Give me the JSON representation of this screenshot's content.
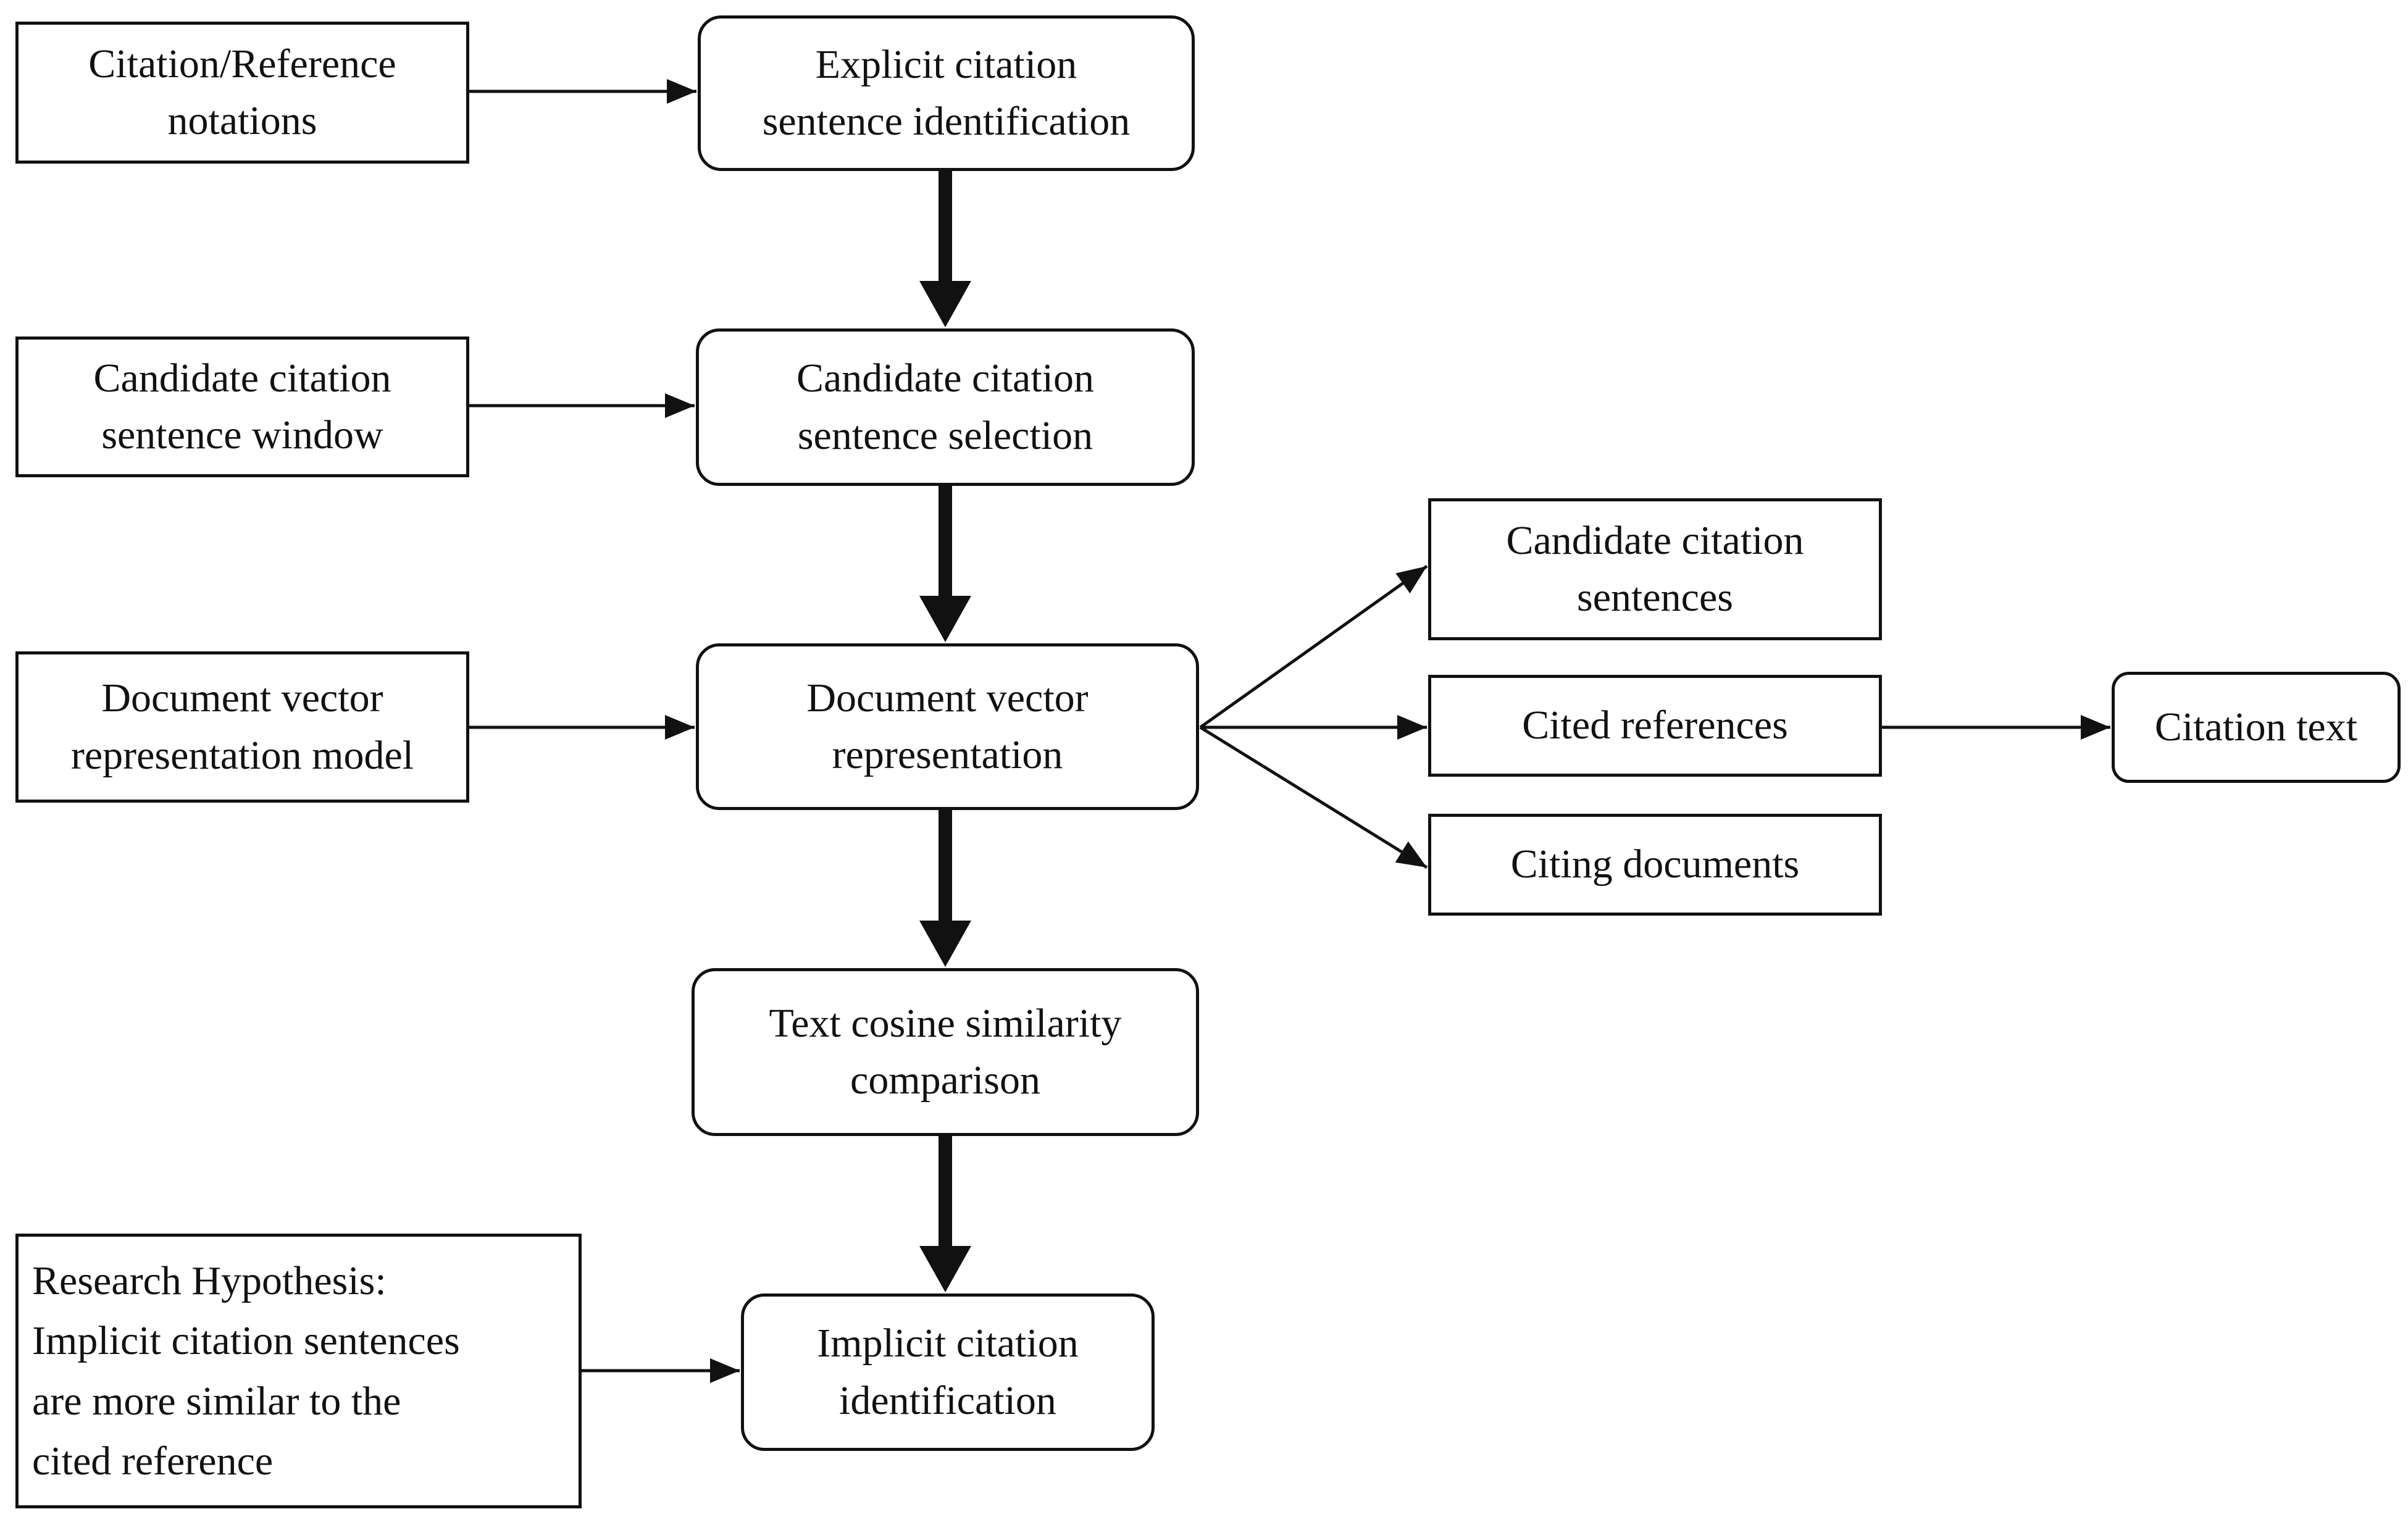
{
  "nodes": {
    "citation_notations": {
      "lines": [
        "Citation/Reference",
        "notations"
      ]
    },
    "explicit_identification": {
      "lines": [
        "Explicit citation",
        "sentence identification"
      ]
    },
    "candidate_window": {
      "lines": [
        "Candidate citation",
        "sentence window"
      ]
    },
    "candidate_selection": {
      "lines": [
        "Candidate citation",
        "sentence selection"
      ]
    },
    "vector_model": {
      "lines": [
        "Document vector",
        "representation model"
      ]
    },
    "vector_representation": {
      "lines": [
        "Document vector",
        "representation"
      ]
    },
    "candidate_sentences": {
      "lines": [
        "Candidate citation",
        "sentences"
      ]
    },
    "cited_references": {
      "lines": [
        "Cited references"
      ]
    },
    "citing_documents": {
      "lines": [
        "Citing documents"
      ]
    },
    "citation_text": {
      "lines": [
        "Citation text"
      ]
    },
    "cosine_comparison": {
      "lines": [
        "Text cosine similarity",
        "comparison"
      ]
    },
    "research_hypothesis": {
      "lines": [
        "Research Hypothesis:",
        "Implicit citation sentences",
        "are more similar to the",
        "cited reference"
      ]
    },
    "implicit_identification": {
      "lines": [
        "Implicit citation",
        "identification"
      ]
    }
  },
  "edges": [
    {
      "from": "citation_notations",
      "to": "explicit_identification",
      "style": "thin"
    },
    {
      "from": "explicit_identification",
      "to": "candidate_selection",
      "style": "thick"
    },
    {
      "from": "candidate_window",
      "to": "candidate_selection",
      "style": "thin"
    },
    {
      "from": "candidate_selection",
      "to": "vector_representation",
      "style": "thick"
    },
    {
      "from": "vector_model",
      "to": "vector_representation",
      "style": "thin"
    },
    {
      "from": "vector_representation",
      "to": "candidate_sentences",
      "style": "thin"
    },
    {
      "from": "vector_representation",
      "to": "cited_references",
      "style": "thin"
    },
    {
      "from": "vector_representation",
      "to": "citing_documents",
      "style": "thin"
    },
    {
      "from": "cited_references",
      "to": "citation_text",
      "style": "thin"
    },
    {
      "from": "vector_representation",
      "to": "cosine_comparison",
      "style": "thick"
    },
    {
      "from": "cosine_comparison",
      "to": "implicit_identification",
      "style": "thick"
    },
    {
      "from": "research_hypothesis",
      "to": "implicit_identification",
      "style": "thin"
    }
  ],
  "colors": {
    "stroke": "#111111",
    "background": "#ffffff"
  }
}
